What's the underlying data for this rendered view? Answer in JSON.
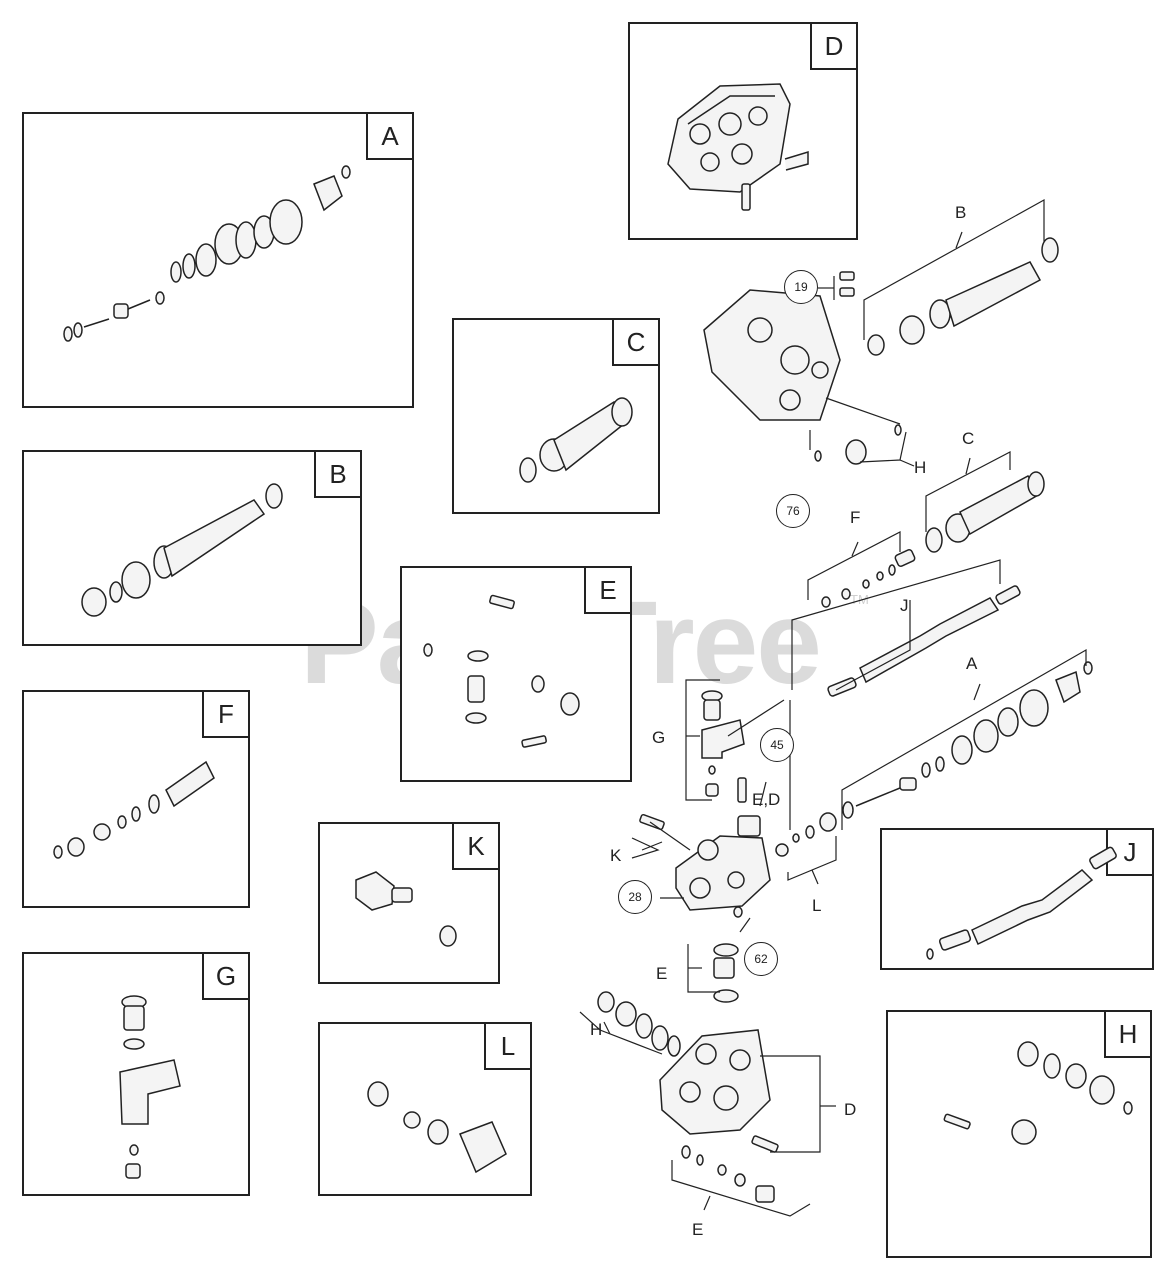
{
  "watermark": {
    "text": "PartsTree",
    "trademark": "TM"
  },
  "panels": {
    "A": "A",
    "B": "B",
    "C": "C",
    "D": "D",
    "E": "E",
    "F": "F",
    "G": "G",
    "H": "H",
    "J": "J",
    "K": "K",
    "L": "L"
  },
  "callouts": {
    "c19": "19",
    "c76": "76",
    "c45": "45",
    "c28": "28",
    "c62": "62"
  },
  "assembly_labels": {
    "B": "B",
    "C": "C",
    "F": "F",
    "J": "J",
    "A": "A",
    "G": "G",
    "ED": "E,D",
    "K": "K",
    "L": "L",
    "H_top": "H",
    "E_mid": "E",
    "H_low": "H",
    "D_low": "D",
    "E_low": "E"
  }
}
